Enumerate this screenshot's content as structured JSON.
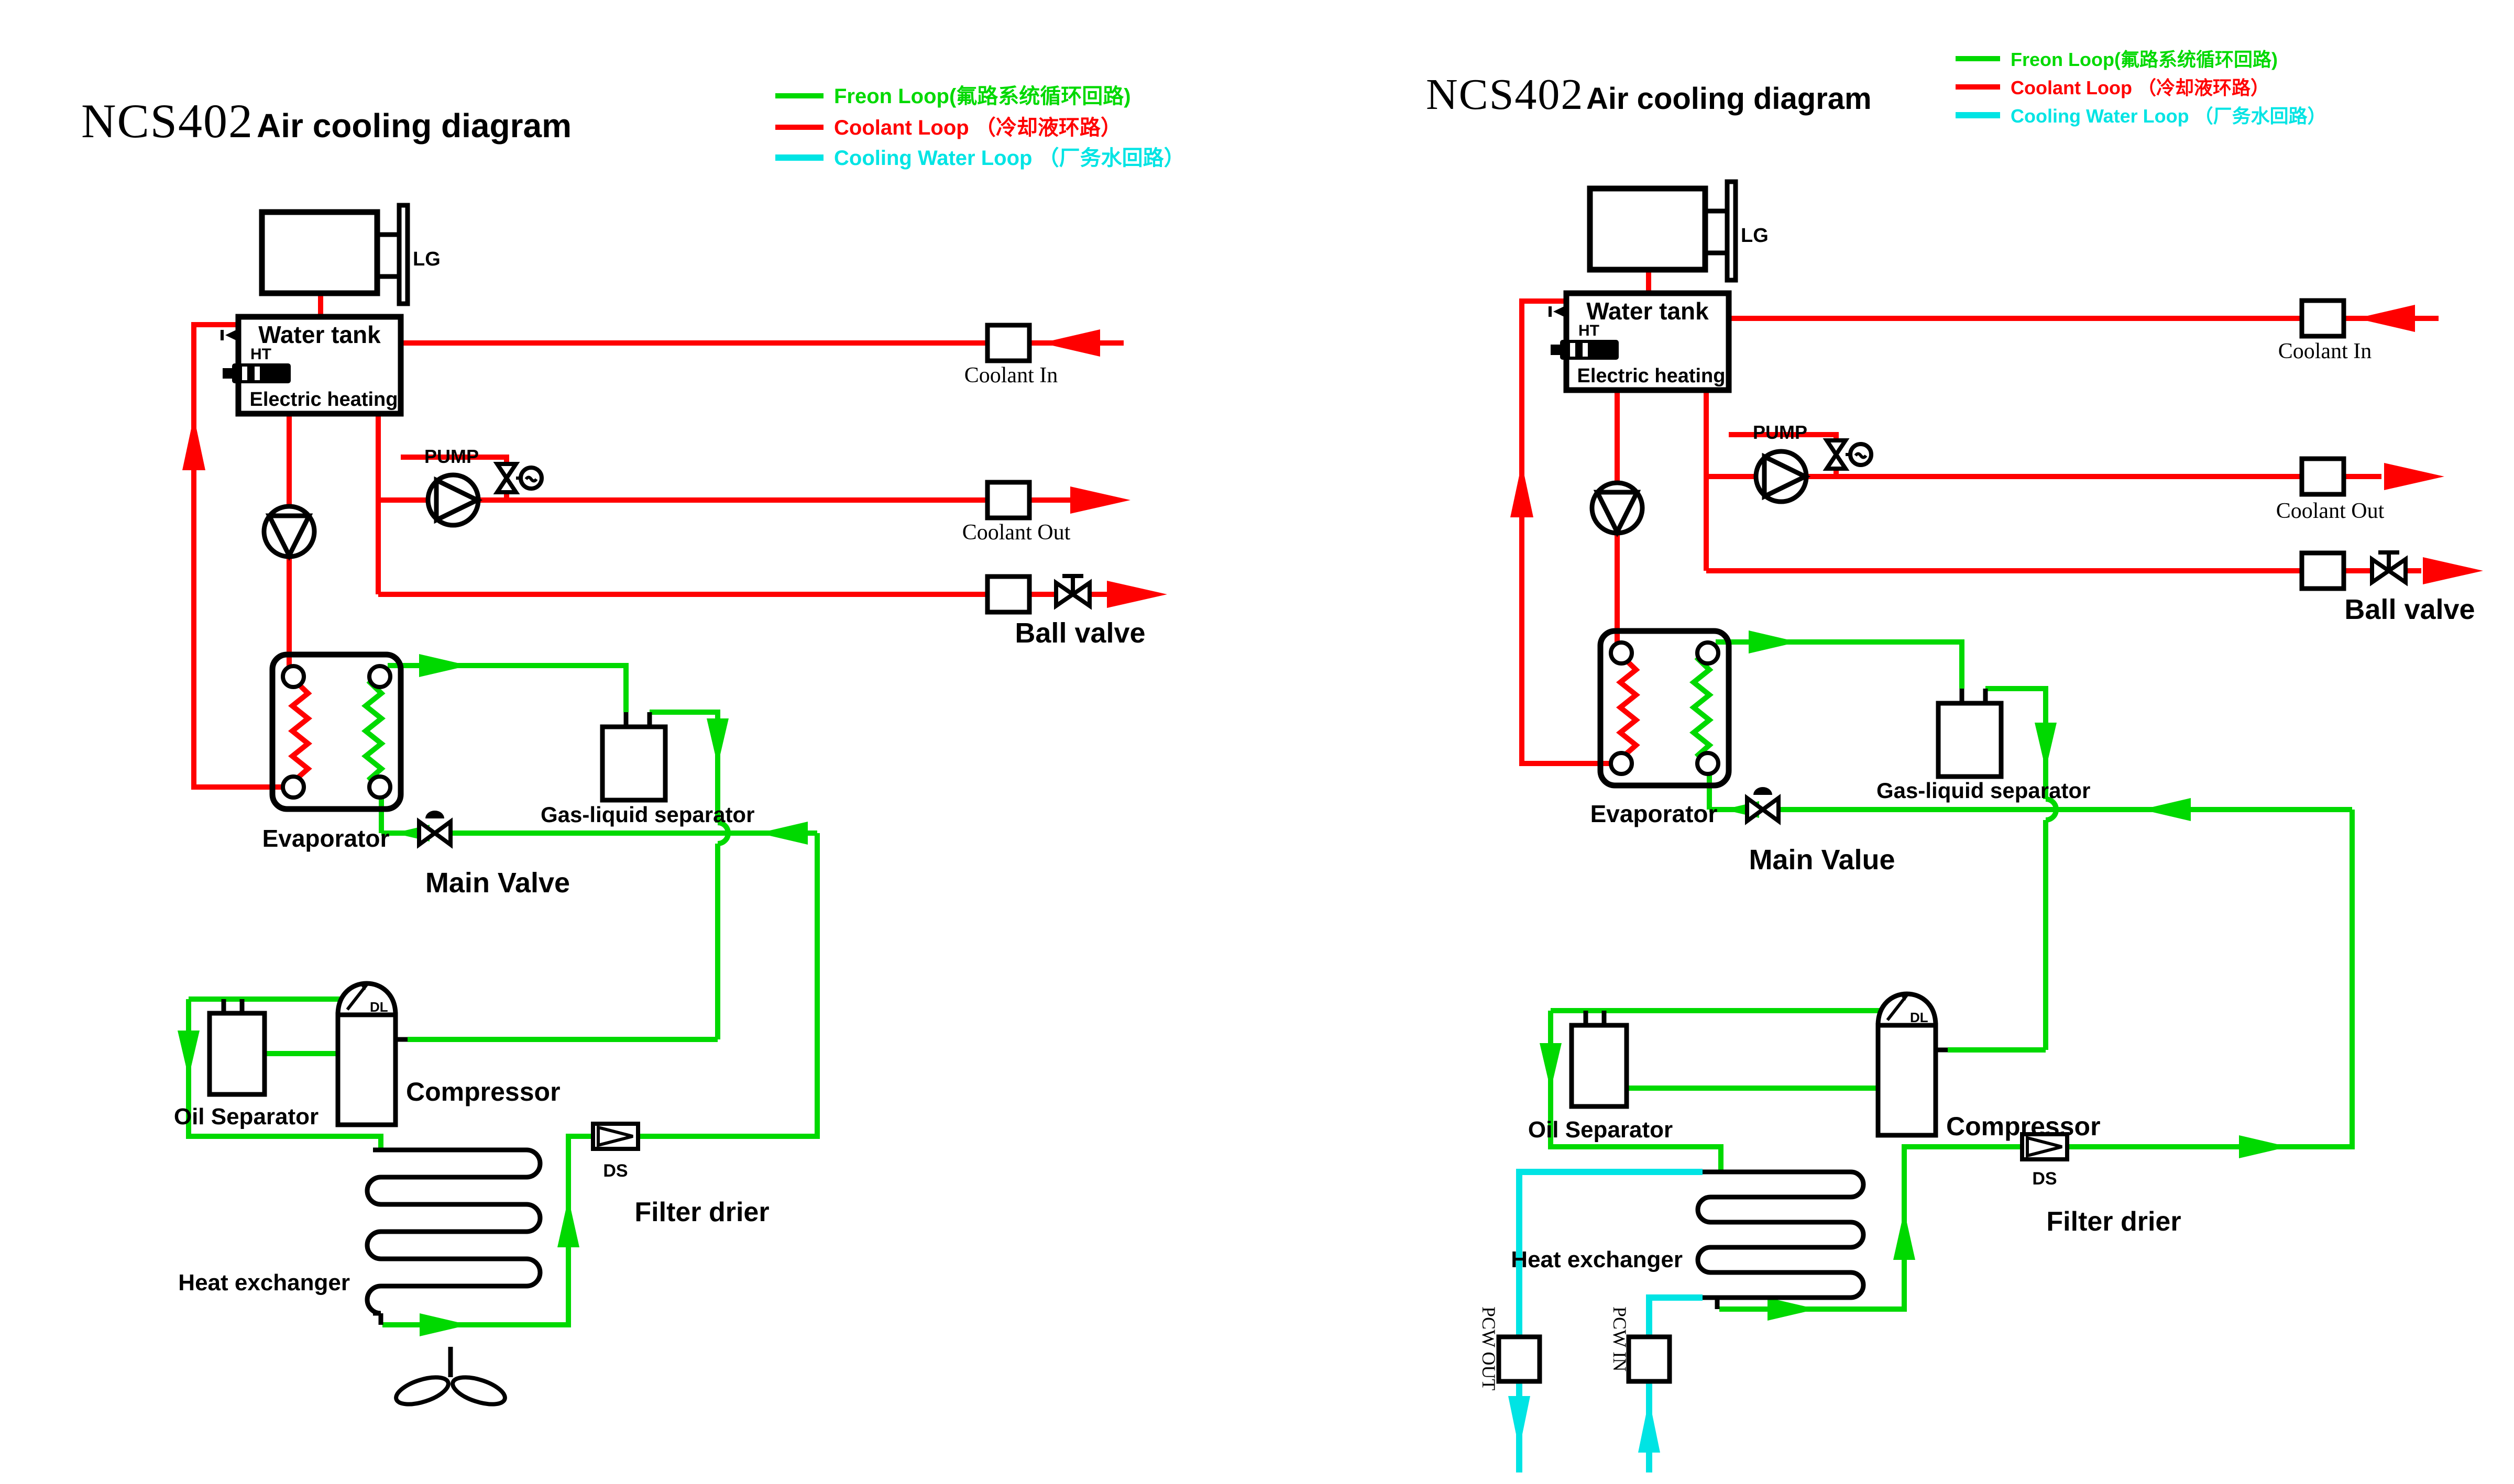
{
  "colors": {
    "coolant": "#ff0000",
    "freon": "#00d900",
    "cooling-water": "#00e4e4",
    "ink": "#000000"
  },
  "title": {
    "model": "NCS402",
    "name": "Air cooling diagram"
  },
  "legend": {
    "freon": "Freon Loop(氟路系统循环回路)",
    "coolant": "Coolant Loop （冷却液环路）",
    "cooling_water": "Cooling Water Loop （厂务水回路）"
  },
  "labels": {
    "water_tank": "Water tank",
    "electric_heating": "Electric heating",
    "ht": "HT",
    "lg": "LG",
    "pump": "PUMP",
    "coolant_in": "Coolant In",
    "coolant_out": "Coolant Out",
    "ball_valve": "Ball valve",
    "evaporator": "Evaporator",
    "gas_liquid_separator": "Gas-liquid separator",
    "compressor": "Compressor",
    "dl": "DL",
    "oil_separator": "Oil Separator",
    "heat_exchanger": "Heat exchanger",
    "ds": "DS",
    "filter_drier": "Filter drier"
  },
  "left": {
    "main_valve": "Main Valve"
  },
  "right": {
    "main_valve": "Main Value",
    "pcw_out": "PCW OUT",
    "pcw_in": "PCW IN"
  }
}
